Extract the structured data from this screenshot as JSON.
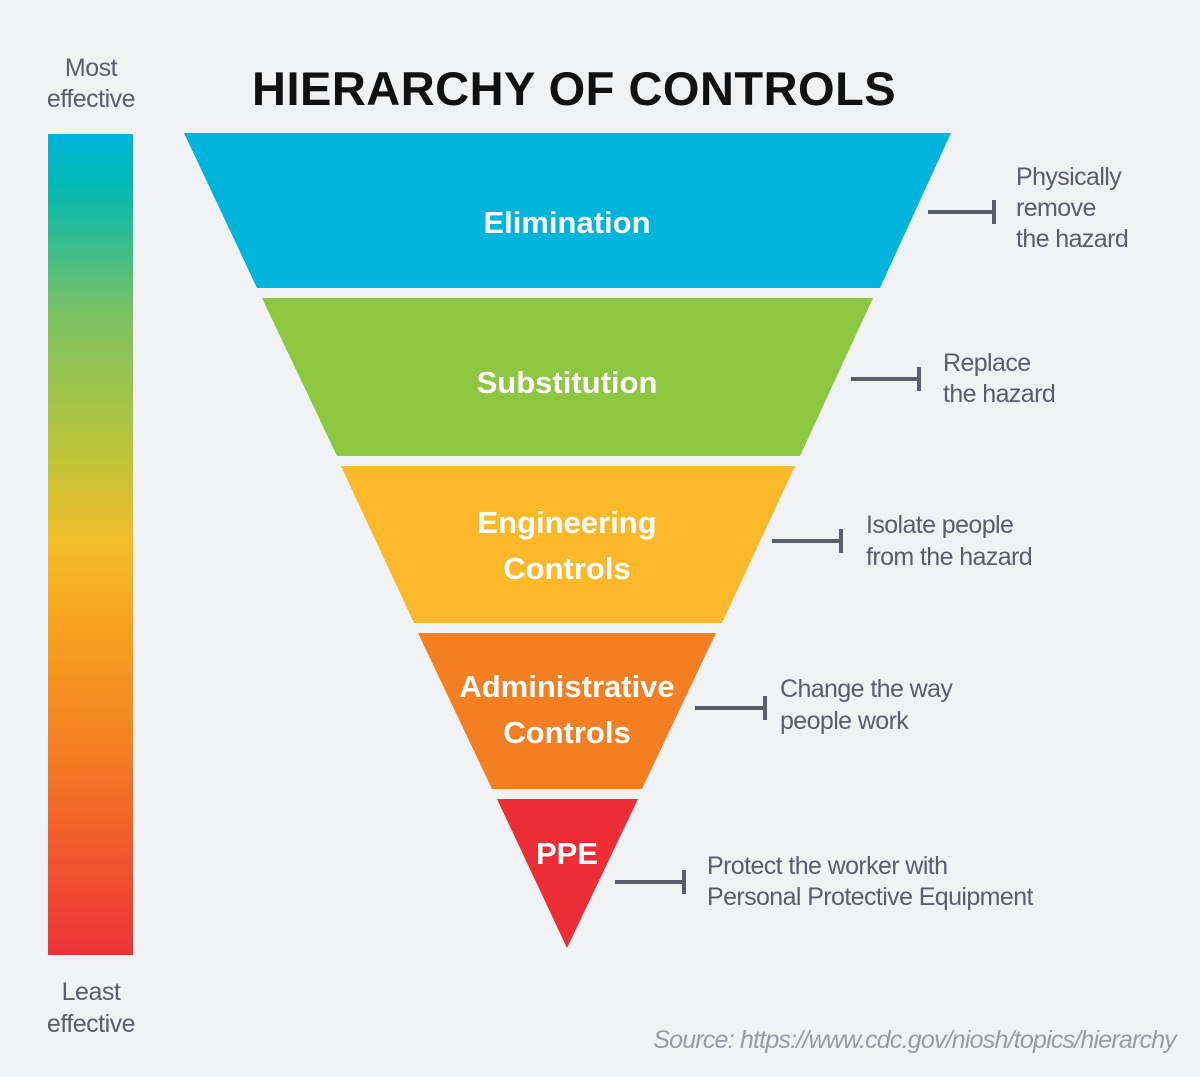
{
  "title": "HIERARCHY OF CONTROLS",
  "scale": {
    "top_label": [
      "Most",
      "effective"
    ],
    "bottom_label": [
      "Least",
      "effective"
    ],
    "gradient_colors": [
      "#00b5dc",
      "#00b9b4",
      "#8dc63f",
      "#f7bd26",
      "#f7931e",
      "#ed3237"
    ]
  },
  "levels": [
    {
      "name": [
        "Elimination"
      ],
      "color": "#00b5dc",
      "description": [
        "Physically",
        "remove",
        "the hazard"
      ]
    },
    {
      "name": [
        "Substitution"
      ],
      "color": "#8dc63f",
      "description": [
        "Replace",
        "the hazard"
      ]
    },
    {
      "name": [
        "Engineering",
        "Controls"
      ],
      "color": "#fbb829",
      "description": [
        "Isolate people",
        "from the hazard"
      ]
    },
    {
      "name": [
        "Administrative",
        "Controls"
      ],
      "color": "#f47f22",
      "description": [
        "Change the way",
        "people work"
      ]
    },
    {
      "name": [
        "PPE"
      ],
      "color": "#ed2d35",
      "description": [
        "Protect the worker with",
        "Personal Protective Equipment"
      ]
    }
  ],
  "source": "Source: https://www.cdc.gov/niosh/topics/hierarchy"
}
